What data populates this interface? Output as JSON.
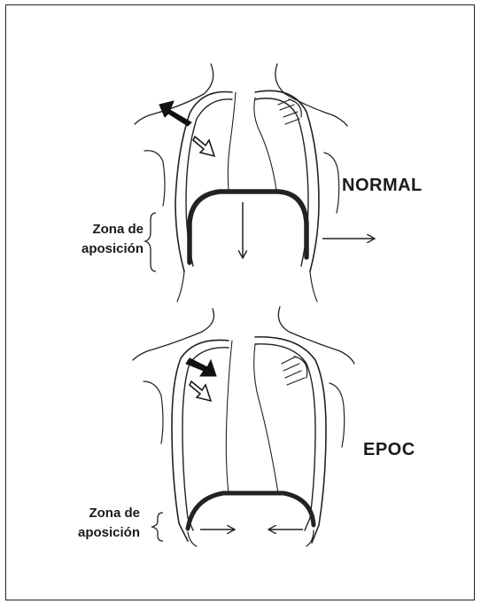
{
  "panels": {
    "normal": {
      "title": "NORMAL",
      "zone_label_line1": "Zona de",
      "zone_label_line2": "aposición"
    },
    "epoc": {
      "title": "EPOC",
      "zone_label_line1": "Zona de",
      "zone_label_line2": "aposición"
    }
  }
}
